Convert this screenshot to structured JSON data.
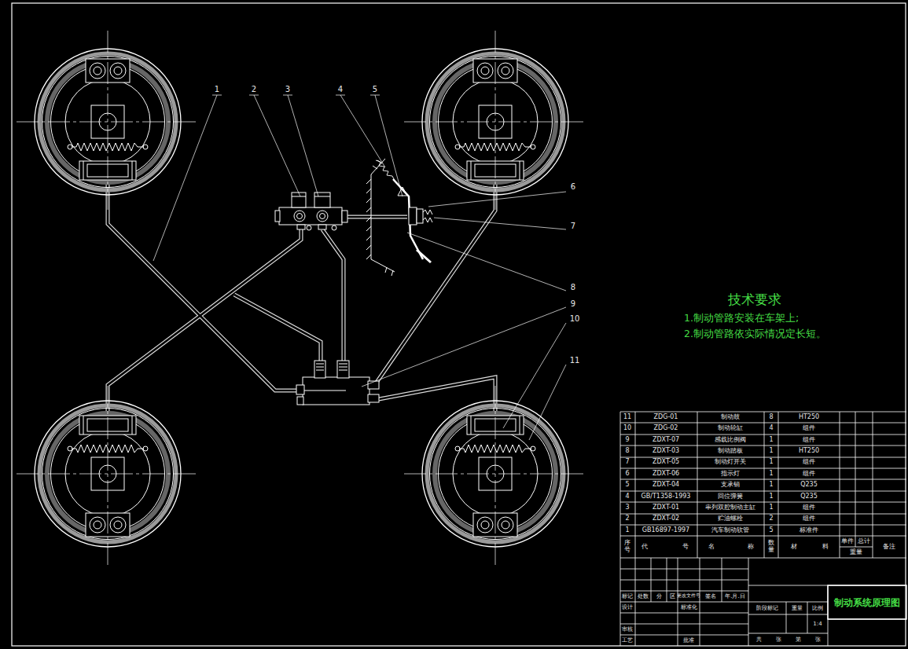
{
  "diagram": {
    "title": "制动系统原理图",
    "labels": [
      "1",
      "2",
      "3",
      "4",
      "5",
      "6",
      "7",
      "8",
      "9",
      "10",
      "11",
      "技术要求",
      "1.制动管路安装在车架上;",
      "2.制动管路依实际情况定长短。",
      "11",
      "ZDG-01",
      "制动鼓",
      "8",
      "HT250",
      "10",
      "ZDG-02",
      "制动轮缸",
      "4",
      "组件",
      "9",
      "ZDXT-07",
      "感载比例阀",
      "1",
      "组件",
      "8",
      "ZDXT-03",
      "制动踏板",
      "1",
      "HT250",
      "7",
      "ZDXT-05",
      "制动灯开关",
      "1",
      "组件",
      "6",
      "ZDXT-06",
      "指示灯",
      "1",
      "组件",
      "5",
      "ZDXT-04",
      "支承销",
      "1",
      "Q235",
      "4",
      "GB/T1358-1993",
      "回位弹簧",
      "1",
      "Q235",
      "3",
      "ZDXT-01",
      "串列双腔制动主缸",
      "1",
      "组件",
      "2",
      "ZDXT-02",
      "贮油螺栓",
      "2",
      "组件",
      "1",
      "GB16897-1997",
      "汽车制动软管",
      "5",
      "标准件",
      "序号",
      "代",
      "号",
      "名",
      "称",
      "数量",
      "材",
      "料",
      "单件",
      "总计",
      "重量",
      "备注",
      "标记",
      "处数",
      "分",
      "区",
      "更改文件号",
      "签名",
      "年.月.日",
      "设计",
      "标准化",
      "阶段标记",
      "重量",
      "比例",
      "1:4",
      "审核",
      "工艺",
      "批准",
      "共",
      "张",
      "第",
      "张"
    ]
  }
}
